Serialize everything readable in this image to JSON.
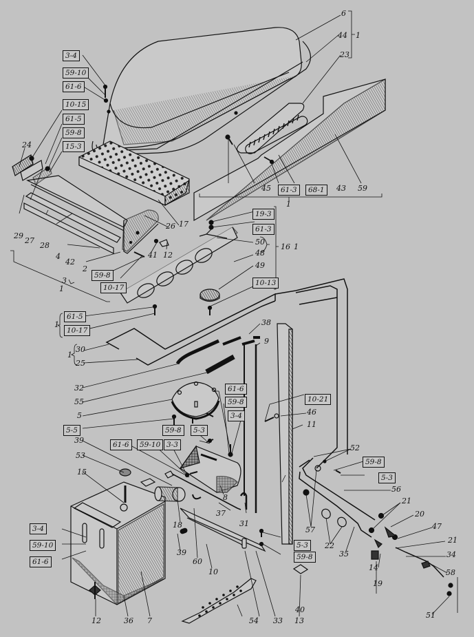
{
  "figure": {
    "background_color": "#c2c2c2",
    "ink_color": "#111111",
    "plain_labels": [
      {
        "id": "p6",
        "text": "6"
      },
      {
        "id": "p44",
        "text": "44"
      },
      {
        "id": "p23",
        "text": "23"
      },
      {
        "id": "g1top",
        "text": "1"
      },
      {
        "id": "p24",
        "text": "24"
      },
      {
        "id": "p29",
        "text": "29"
      },
      {
        "id": "p27",
        "text": "27"
      },
      {
        "id": "p28",
        "text": "28"
      },
      {
        "id": "p4",
        "text": "4"
      },
      {
        "id": "p42",
        "text": "42"
      },
      {
        "id": "p2",
        "text": "2"
      },
      {
        "id": "p26",
        "text": "26"
      },
      {
        "id": "p17",
        "text": "17"
      },
      {
        "id": "p41",
        "text": "41"
      },
      {
        "id": "p12a",
        "text": "12"
      },
      {
        "id": "p3",
        "text": "3"
      },
      {
        "id": "p3one",
        "text": "1"
      },
      {
        "id": "p45",
        "text": "45"
      },
      {
        "id": "p43",
        "text": "43"
      },
      {
        "id": "p59",
        "text": "59"
      },
      {
        "id": "g1mid",
        "text": "1"
      },
      {
        "id": "p50",
        "text": "50"
      },
      {
        "id": "p48",
        "text": "48"
      },
      {
        "id": "p49",
        "text": "49"
      },
      {
        "id": "p16",
        "text": "16"
      },
      {
        "id": "p16one",
        "text": "1"
      },
      {
        "id": "g1left",
        "text": "1"
      },
      {
        "id": "g1tubes",
        "text": "1"
      },
      {
        "id": "p30",
        "text": "30"
      },
      {
        "id": "p25",
        "text": "25"
      },
      {
        "id": "p32",
        "text": "32"
      },
      {
        "id": "p55",
        "text": "55"
      },
      {
        "id": "p5",
        "text": "5"
      },
      {
        "id": "p38",
        "text": "38"
      },
      {
        "id": "p9",
        "text": "9"
      },
      {
        "id": "p46",
        "text": "46"
      },
      {
        "id": "p11",
        "text": "11"
      },
      {
        "id": "p39a",
        "text": "39"
      },
      {
        "id": "p53",
        "text": "53"
      },
      {
        "id": "p15",
        "text": "15"
      },
      {
        "id": "p8",
        "text": "8"
      },
      {
        "id": "p18",
        "text": "18"
      },
      {
        "id": "p37",
        "text": "37"
      },
      {
        "id": "p31",
        "text": "31"
      },
      {
        "id": "p52",
        "text": "52"
      },
      {
        "id": "p56",
        "text": "56"
      },
      {
        "id": "p57",
        "text": "57"
      },
      {
        "id": "p22",
        "text": "22"
      },
      {
        "id": "p35",
        "text": "35"
      },
      {
        "id": "p21a",
        "text": "21"
      },
      {
        "id": "p20",
        "text": "20"
      },
      {
        "id": "p47",
        "text": "47"
      },
      {
        "id": "p21b",
        "text": "21"
      },
      {
        "id": "p34",
        "text": "34"
      },
      {
        "id": "p58",
        "text": "58"
      },
      {
        "id": "p14",
        "text": "14"
      },
      {
        "id": "p19",
        "text": "19"
      },
      {
        "id": "p51",
        "text": "51"
      },
      {
        "id": "p39b",
        "text": "39"
      },
      {
        "id": "p60",
        "text": "60"
      },
      {
        "id": "p10",
        "text": "10"
      },
      {
        "id": "p12b",
        "text": "12"
      },
      {
        "id": "p36",
        "text": "36"
      },
      {
        "id": "p7",
        "text": "7"
      },
      {
        "id": "p54",
        "text": "54"
      },
      {
        "id": "p33",
        "text": "33"
      },
      {
        "id": "p13",
        "text": "13"
      },
      {
        "id": "p40",
        "text": "40"
      }
    ],
    "boxed_labels": [
      {
        "id": "b3-4a",
        "text": "3-4"
      },
      {
        "id": "b59-10a",
        "text": "59-10"
      },
      {
        "id": "b61-6a",
        "text": "61-6"
      },
      {
        "id": "b10-15",
        "text": "10-15"
      },
      {
        "id": "b61-5a",
        "text": "61-5"
      },
      {
        "id": "b59-8a",
        "text": "59-8"
      },
      {
        "id": "b15-3",
        "text": "15-3"
      },
      {
        "id": "b61-3a",
        "text": "61-3"
      },
      {
        "id": "b68-1",
        "text": "68-1"
      },
      {
        "id": "b19-3",
        "text": "19-3"
      },
      {
        "id": "b61-3b",
        "text": "61-3"
      },
      {
        "id": "b59-8b",
        "text": "59-8"
      },
      {
        "id": "b10-17a",
        "text": "10-17"
      },
      {
        "id": "b10-13",
        "text": "10-13"
      },
      {
        "id": "b61-5b",
        "text": "61-5"
      },
      {
        "id": "b10-17b",
        "text": "10-17"
      },
      {
        "id": "b61-6b",
        "text": "61-6"
      },
      {
        "id": "b59-8c",
        "text": "59-8"
      },
      {
        "id": "b3-4b",
        "text": "3-4"
      },
      {
        "id": "b10-21",
        "text": "10-21"
      },
      {
        "id": "b5-5",
        "text": "5-5"
      },
      {
        "id": "b59-8d",
        "text": "59-8"
      },
      {
        "id": "b5-3a",
        "text": "5-3"
      },
      {
        "id": "b61-6c",
        "text": "61-6"
      },
      {
        "id": "b59-10b",
        "text": "59-10"
      },
      {
        "id": "b3-3",
        "text": "3-3"
      },
      {
        "id": "b59-8e",
        "text": "59-8"
      },
      {
        "id": "b5-3b",
        "text": "5-3"
      },
      {
        "id": "b5-3c",
        "text": "5-3"
      },
      {
        "id": "b59-8f",
        "text": "59-8"
      },
      {
        "id": "b3-4c",
        "text": "3-4"
      },
      {
        "id": "b59-10c",
        "text": "59-10"
      },
      {
        "id": "b61-6d",
        "text": "61-6"
      }
    ]
  }
}
